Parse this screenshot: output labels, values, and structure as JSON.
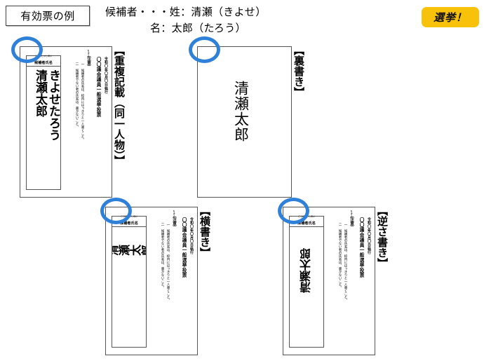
{
  "header": {
    "title": "有効票の例",
    "candidate_intro": "候補者・・・姓：清瀬（きよせ）",
    "candidate_given": "名：太郎（たろう）",
    "badge": "選挙！"
  },
  "ballot_common": {
    "name_label_ruby": "こうほしゃしめい",
    "name_label": "候補者氏名",
    "date_line": "令和〇年〇月〇日執行",
    "election_line": "〇〇議会議員一般選挙投票",
    "caution_ruby": "ちゅうい",
    "caution_head": "（注意）",
    "caution_item_1": "一　候補者の氏名は、枠内にはっきりと一人書くこと。",
    "caution_item_2": "二　候補者でない者の氏名は、書かないこと。"
  },
  "cards": [
    {
      "id": "duplicate",
      "caption": "【重複記載（同一人物）】",
      "written_kana": "きよせたろう",
      "written_kanji": "清瀬太郎"
    },
    {
      "id": "back-side",
      "caption": "【裏書き】",
      "written_name": "清瀬太郎"
    },
    {
      "id": "horizontal",
      "caption": "【横書き】",
      "written_name": "清瀬太郎"
    },
    {
      "id": "upside-down",
      "caption": "【逆さ書き】",
      "written_name": "清瀬太郎"
    }
  ],
  "colors": {
    "marker_ring": "#2f80d8",
    "badge_bg": "#f9c20a",
    "border": "#555555"
  }
}
